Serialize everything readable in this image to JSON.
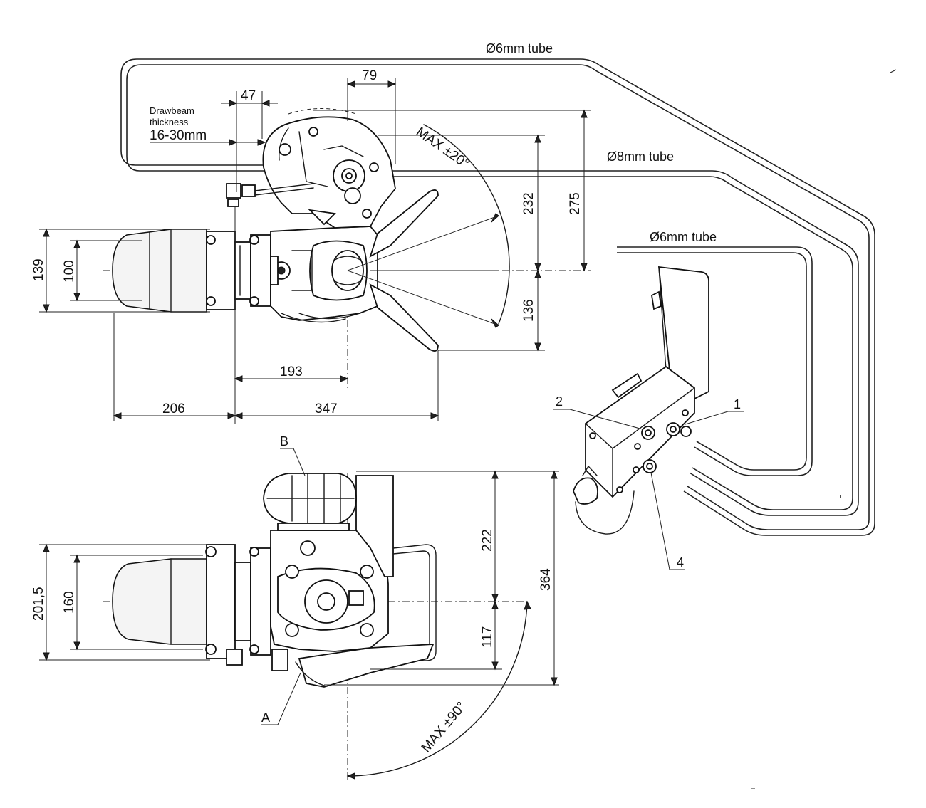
{
  "tubes": {
    "outer_label": "Ø6mm tube",
    "middle_label": "Ø8mm tube",
    "inner_label": "Ø6mm tube"
  },
  "drawbeam": {
    "line1": "Drawbeam",
    "line2": "thickness",
    "value": "16-30mm"
  },
  "top_view": {
    "dim_47": "47",
    "dim_79": "79",
    "dim_232": "232",
    "dim_275": "275",
    "dim_136": "136",
    "dim_139": "139",
    "dim_100": "100",
    "dim_193": "193",
    "dim_206": "206",
    "dim_347": "347",
    "angle": "MAX ±20°"
  },
  "side_view": {
    "dim_222": "222",
    "dim_364": "364",
    "dim_117": "117",
    "dim_201": "201,5",
    "dim_160": "160",
    "angle": "MAX ±90°",
    "label_a": "A",
    "label_b": "B"
  },
  "connector": {
    "label_1": "1",
    "label_2": "2",
    "label_4": "4"
  }
}
